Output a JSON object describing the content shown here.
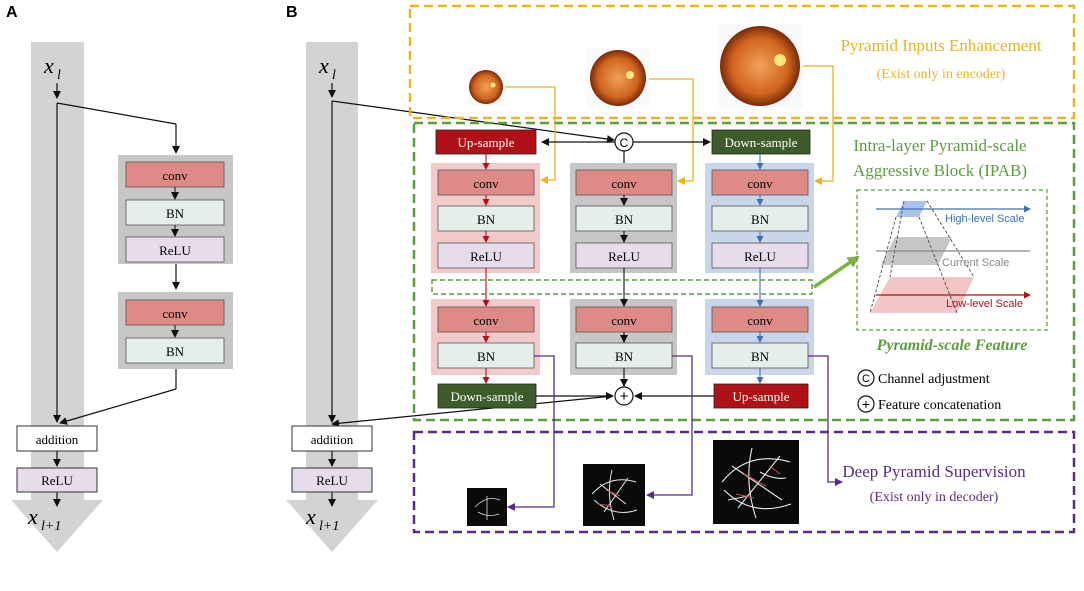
{
  "panels": {
    "a": "A",
    "b": "B"
  },
  "panel_a": {
    "input": "x",
    "input_sub": "l",
    "output": "x",
    "output_sub": "l+1",
    "block1": [
      "conv",
      "BN",
      "ReLU"
    ],
    "block2": [
      "conv",
      "BN"
    ],
    "addition": "addition",
    "relu": "ReLU"
  },
  "panel_b": {
    "input": "x",
    "input_sub": "l",
    "output": "x",
    "output_sub": "l+1",
    "addition": "addition",
    "relu": "ReLU",
    "up_sample": "Up-sample",
    "down_sample": "Down-sample",
    "channel_symbol": "C",
    "concat_symbol": "+",
    "stage1": [
      "conv",
      "BN",
      "ReLU"
    ],
    "stage2": [
      "conv",
      "BN"
    ]
  },
  "labels": {
    "pie_title": "Pyramid Inputs Enhancement",
    "pie_subtitle": "(Exist only in encoder)",
    "ipab_line1": "Intra-layer Pyramid-scale",
    "ipab_line2": "Aggressive Block (IPAB)",
    "dps_title": "Deep Pyramid Supervision",
    "dps_subtitle": "(Exist only in decoder)",
    "high_scale": "High-level Scale",
    "current_scale": "Current Scale",
    "low_scale": "Low-level Scale",
    "feature_caption": "Pyramid-scale Feature",
    "legend_channel": "Channel adjustment",
    "legend_concat": "Feature concatenation"
  },
  "colors": {
    "gray_arrow": "#d3d3d3",
    "conv": "#de8a86",
    "bn": "#e4efe9",
    "relu": "#e7dcec",
    "up_sample": "#b01117",
    "down_sample": "#3e5c2a",
    "yellow": "#e8b420",
    "green": "#5a9d3c",
    "purple": "#5b2a86",
    "blue": "#3f6fbd",
    "red_arrow": "#b01117"
  }
}
